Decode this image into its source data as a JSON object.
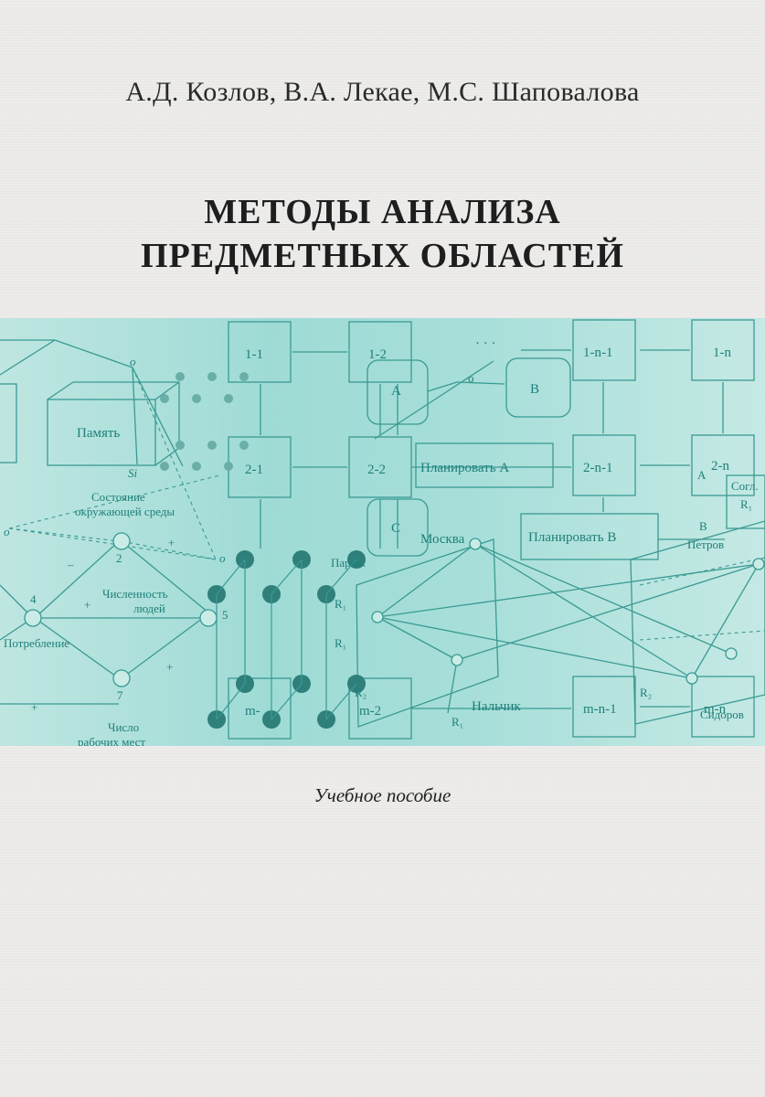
{
  "cover": {
    "authors": "А.Д. Козлов, В.А. Лекае, М.С. Шаповалова",
    "title_line1": "МЕТОДЫ АНАЛИЗА",
    "title_line2": "ПРЕДМЕТНЫХ ОБЛАСТЕЙ",
    "subtitle": "Учебное пособие"
  },
  "diagram": {
    "colors": {
      "band": "#a6ded9",
      "ink": "#1f7f79",
      "node": "#2f7f7a"
    },
    "labels": {
      "b11": "1-1",
      "b12": "1-2",
      "b1n1": "1-n-1",
      "b1n": "1-n",
      "b21": "2-1",
      "b22": "2-2",
      "b2n1": "2-n-1",
      "b2n": "2-n",
      "bm": "m-",
      "bm2": "m-2",
      "bmn1": "m-n-1",
      "bmn": "m-n",
      "A": "A",
      "B": "B",
      "C": "C",
      "plan_a": "Планировать А",
      "plan_b": "Планировать В",
      "memory": "Память",
      "state": "Состояние",
      "state2": "окружающей среды",
      "si": "Si",
      "o": "o",
      "n2": "2",
      "n4": "4",
      "n5": "5",
      "n7": "7",
      "population": "Численность",
      "population2": "людей",
      "consumption": "Потребление",
      "jobs": "Число",
      "jobs2": "рабочих мест",
      "moscow": "Москва",
      "paris": "Париж",
      "nalchik": "Нальчик",
      "petrov": "Петров",
      "sidorov": "Сидоров",
      "r1": "R₁",
      "r2": "R₂",
      "sogl": "Согл.",
      "dots": "· · ·",
      "plus": "+",
      "minus": "–",
      "letter_a": "A",
      "letter_b": "B"
    }
  }
}
